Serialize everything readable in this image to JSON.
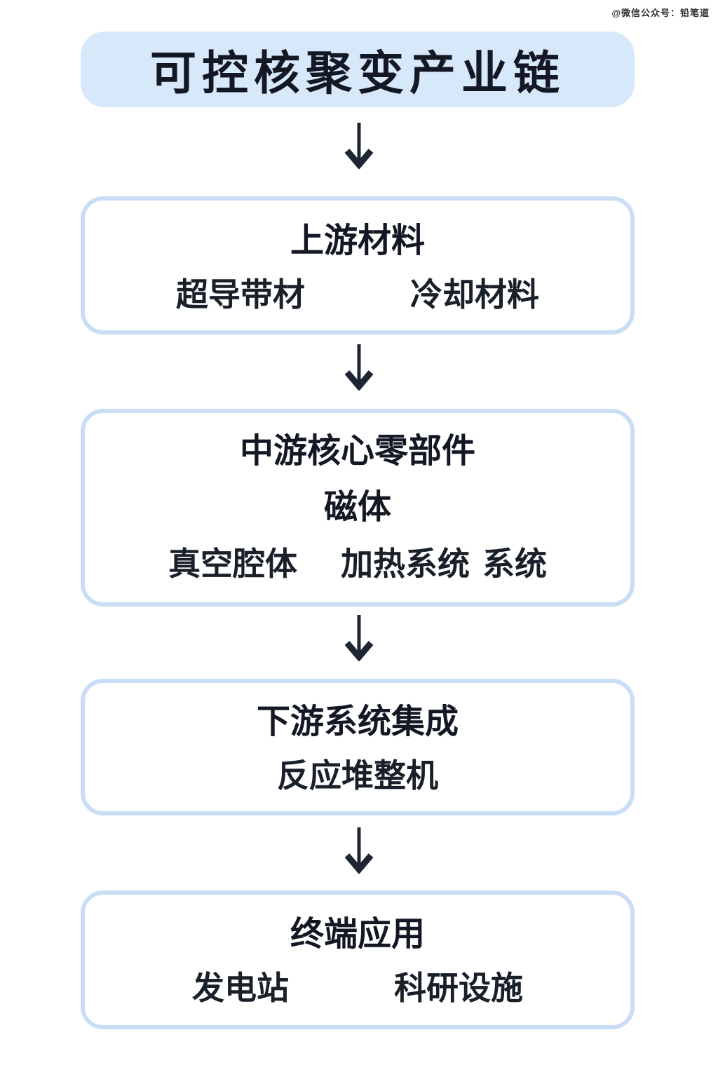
{
  "watermark": "@微信公众号：铅笔道",
  "title": "可控核聚变产业链",
  "colors": {
    "background": "#ffffff",
    "title_box_fill": "#d8e8fb",
    "stage_border": "#c9def6",
    "text": "#131824",
    "arrow": "#1d2532",
    "watermark_text": "#303030"
  },
  "stages": [
    {
      "id": "upstream",
      "title": "上游材料",
      "items": [
        "超导带材",
        "冷却材料"
      ]
    },
    {
      "id": "midstream",
      "title": "中游核心零部件",
      "subtitle": "磁体",
      "items": [
        "真空腔体",
        "加热系统",
        "系统"
      ]
    },
    {
      "id": "downstream",
      "title": "下游系统集成",
      "items": [
        "反应堆整机"
      ]
    },
    {
      "id": "terminal",
      "title": "终端应用",
      "items": [
        "发电站",
        "科研设施"
      ]
    }
  ]
}
